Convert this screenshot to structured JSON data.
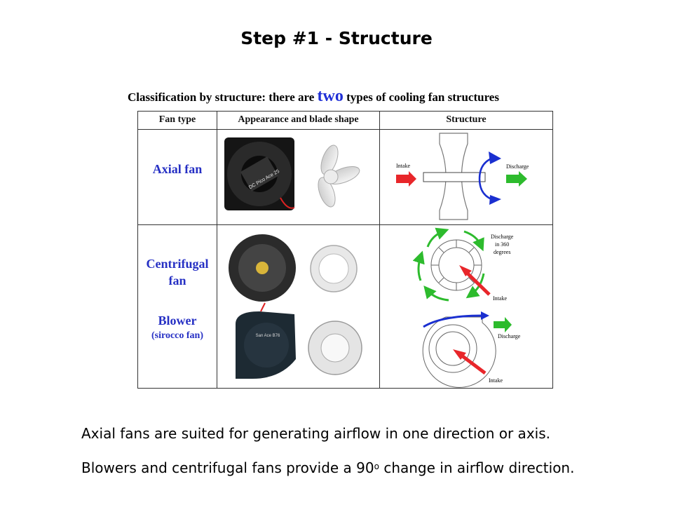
{
  "slide": {
    "title": "Step #1 - Structure",
    "caption_prefix": "Classification by structure: there are ",
    "caption_emphasis": "two",
    "caption_suffix": " types of cooling fan structures"
  },
  "table": {
    "headers": [
      "Fan type",
      "Appearance and blade shape",
      "Structure"
    ],
    "rows": [
      {
        "type_line1": "Axial fan"
      },
      {
        "type_line1": "Centrifugal",
        "type_line2": "fan"
      },
      {
        "type_line1": "Blower",
        "type_line2": "(sirocco fan)"
      }
    ],
    "axial_product_label": "DC Pico Ace 25",
    "blower_product_label": "San Ace B76",
    "diagram_labels": {
      "intake": "Intake",
      "discharge": "Discharge",
      "discharge_360_line1": "Discharge",
      "discharge_360_line2": "in 360",
      "discharge_360_line3": "degrees"
    }
  },
  "bullets": {
    "line1": "Axial fans are suited for generating airflow in one direction or axis.",
    "line2_prefix": "Blowers and centrifugal fans provide a 90",
    "line2_sup": "o",
    "line2_suffix": " change in airflow direction."
  },
  "colors": {
    "title_text": "#000000",
    "emphasis_blue": "#1f2fd6",
    "label_blue": "#2630c4",
    "arrow_red": "#e8262a",
    "arrow_green": "#2dbb2d",
    "arrow_blue": "#1a2fd0"
  }
}
